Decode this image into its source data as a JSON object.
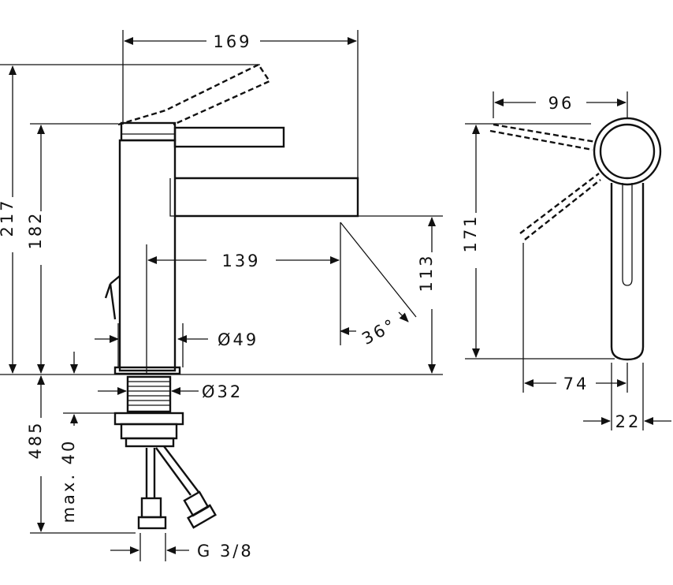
{
  "dimensions": {
    "width_169": "169",
    "height_217": "217",
    "height_182": "182",
    "reach_139": "139",
    "height_113": "113",
    "angle_36": "36°",
    "dia_49": "Ø49",
    "dia_32": "Ø32",
    "depth_485": "485",
    "max_40": "max. 40",
    "thread": "G 3/8",
    "side_96": "96",
    "side_171": "171",
    "side_74": "74",
    "side_22": "22"
  }
}
